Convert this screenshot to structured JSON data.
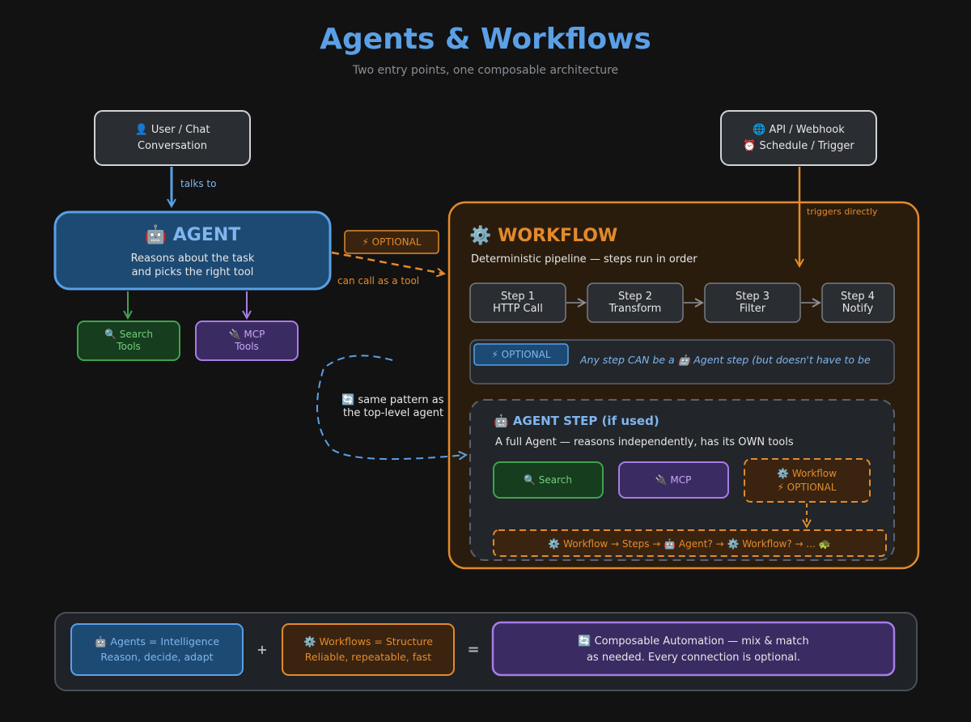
{
  "title": "Agents & Workflows",
  "subtitle": "Two entry points, one composable architecture",
  "user_box": {
    "icon": "user-icon",
    "line1": "👤 User / Chat",
    "line2": "Conversation"
  },
  "talks_to": "talks to",
  "api_box": {
    "line1": "🌐 API / Webhook",
    "line2": "⏰ Schedule / Trigger"
  },
  "triggers_directly": "triggers directly",
  "agent": {
    "icon": "🤖",
    "title": "AGENT",
    "desc1": "Reasons about the task",
    "desc2": "and picks the right tool"
  },
  "optional_badge": "⚡ OPTIONAL",
  "can_call": "can call as a tool",
  "agent_tools": [
    {
      "line1": "🔍 Search",
      "line2": "Tools"
    },
    {
      "line1": "🔌 MCP",
      "line2": "Tools"
    }
  ],
  "same_pattern": {
    "line1": "🔄 same pattern as",
    "line2": "the top-level agent"
  },
  "workflow": {
    "icon": "⚙️",
    "title": "WORKFLOW",
    "desc": "Deterministic pipeline — steps run in order",
    "steps": [
      {
        "line1": "Step 1",
        "line2": "HTTP Call"
      },
      {
        "line1": "Step 2",
        "line2": "Transform"
      },
      {
        "line1": "Step 3",
        "line2": "Filter"
      },
      {
        "line1": "Step 4",
        "line2": "Notify"
      }
    ],
    "optional_badge": "⚡ OPTIONAL",
    "optional_text": "Any step CAN be a 🤖 Agent step (but doesn't have to be"
  },
  "agent_step": {
    "title": "🤖 AGENT STEP (if used)",
    "desc": "A full Agent — reasons independently, has its OWN tools",
    "tools": [
      "🔍 Search",
      "🔌 MCP"
    ],
    "workflow_tool": {
      "line1": "⚙️ Workflow",
      "line2": "⚡ OPTIONAL"
    },
    "chain": "⚙️ Workflow → Steps → 🤖 Agent? → ⚙️ Workflow? → ... 🐢"
  },
  "summary": {
    "agents": {
      "line1": "🤖 Agents = Intelligence",
      "line2": "Reason, decide, adapt"
    },
    "plus": "+",
    "workflows": {
      "line1": "⚙️ Workflows = Structure",
      "line2": "Reliable, repeatable, fast"
    },
    "equals": "=",
    "result": {
      "line1": "🔄 Composable Automation — mix & match",
      "line2": "as needed. Every connection is optional."
    }
  },
  "colors": {
    "background": "#121212",
    "agent_blue": "#5aa0e6",
    "workflow_orange": "#e38a2c",
    "tool_green": "#3fa34d",
    "tool_purple": "#a77ce8"
  }
}
